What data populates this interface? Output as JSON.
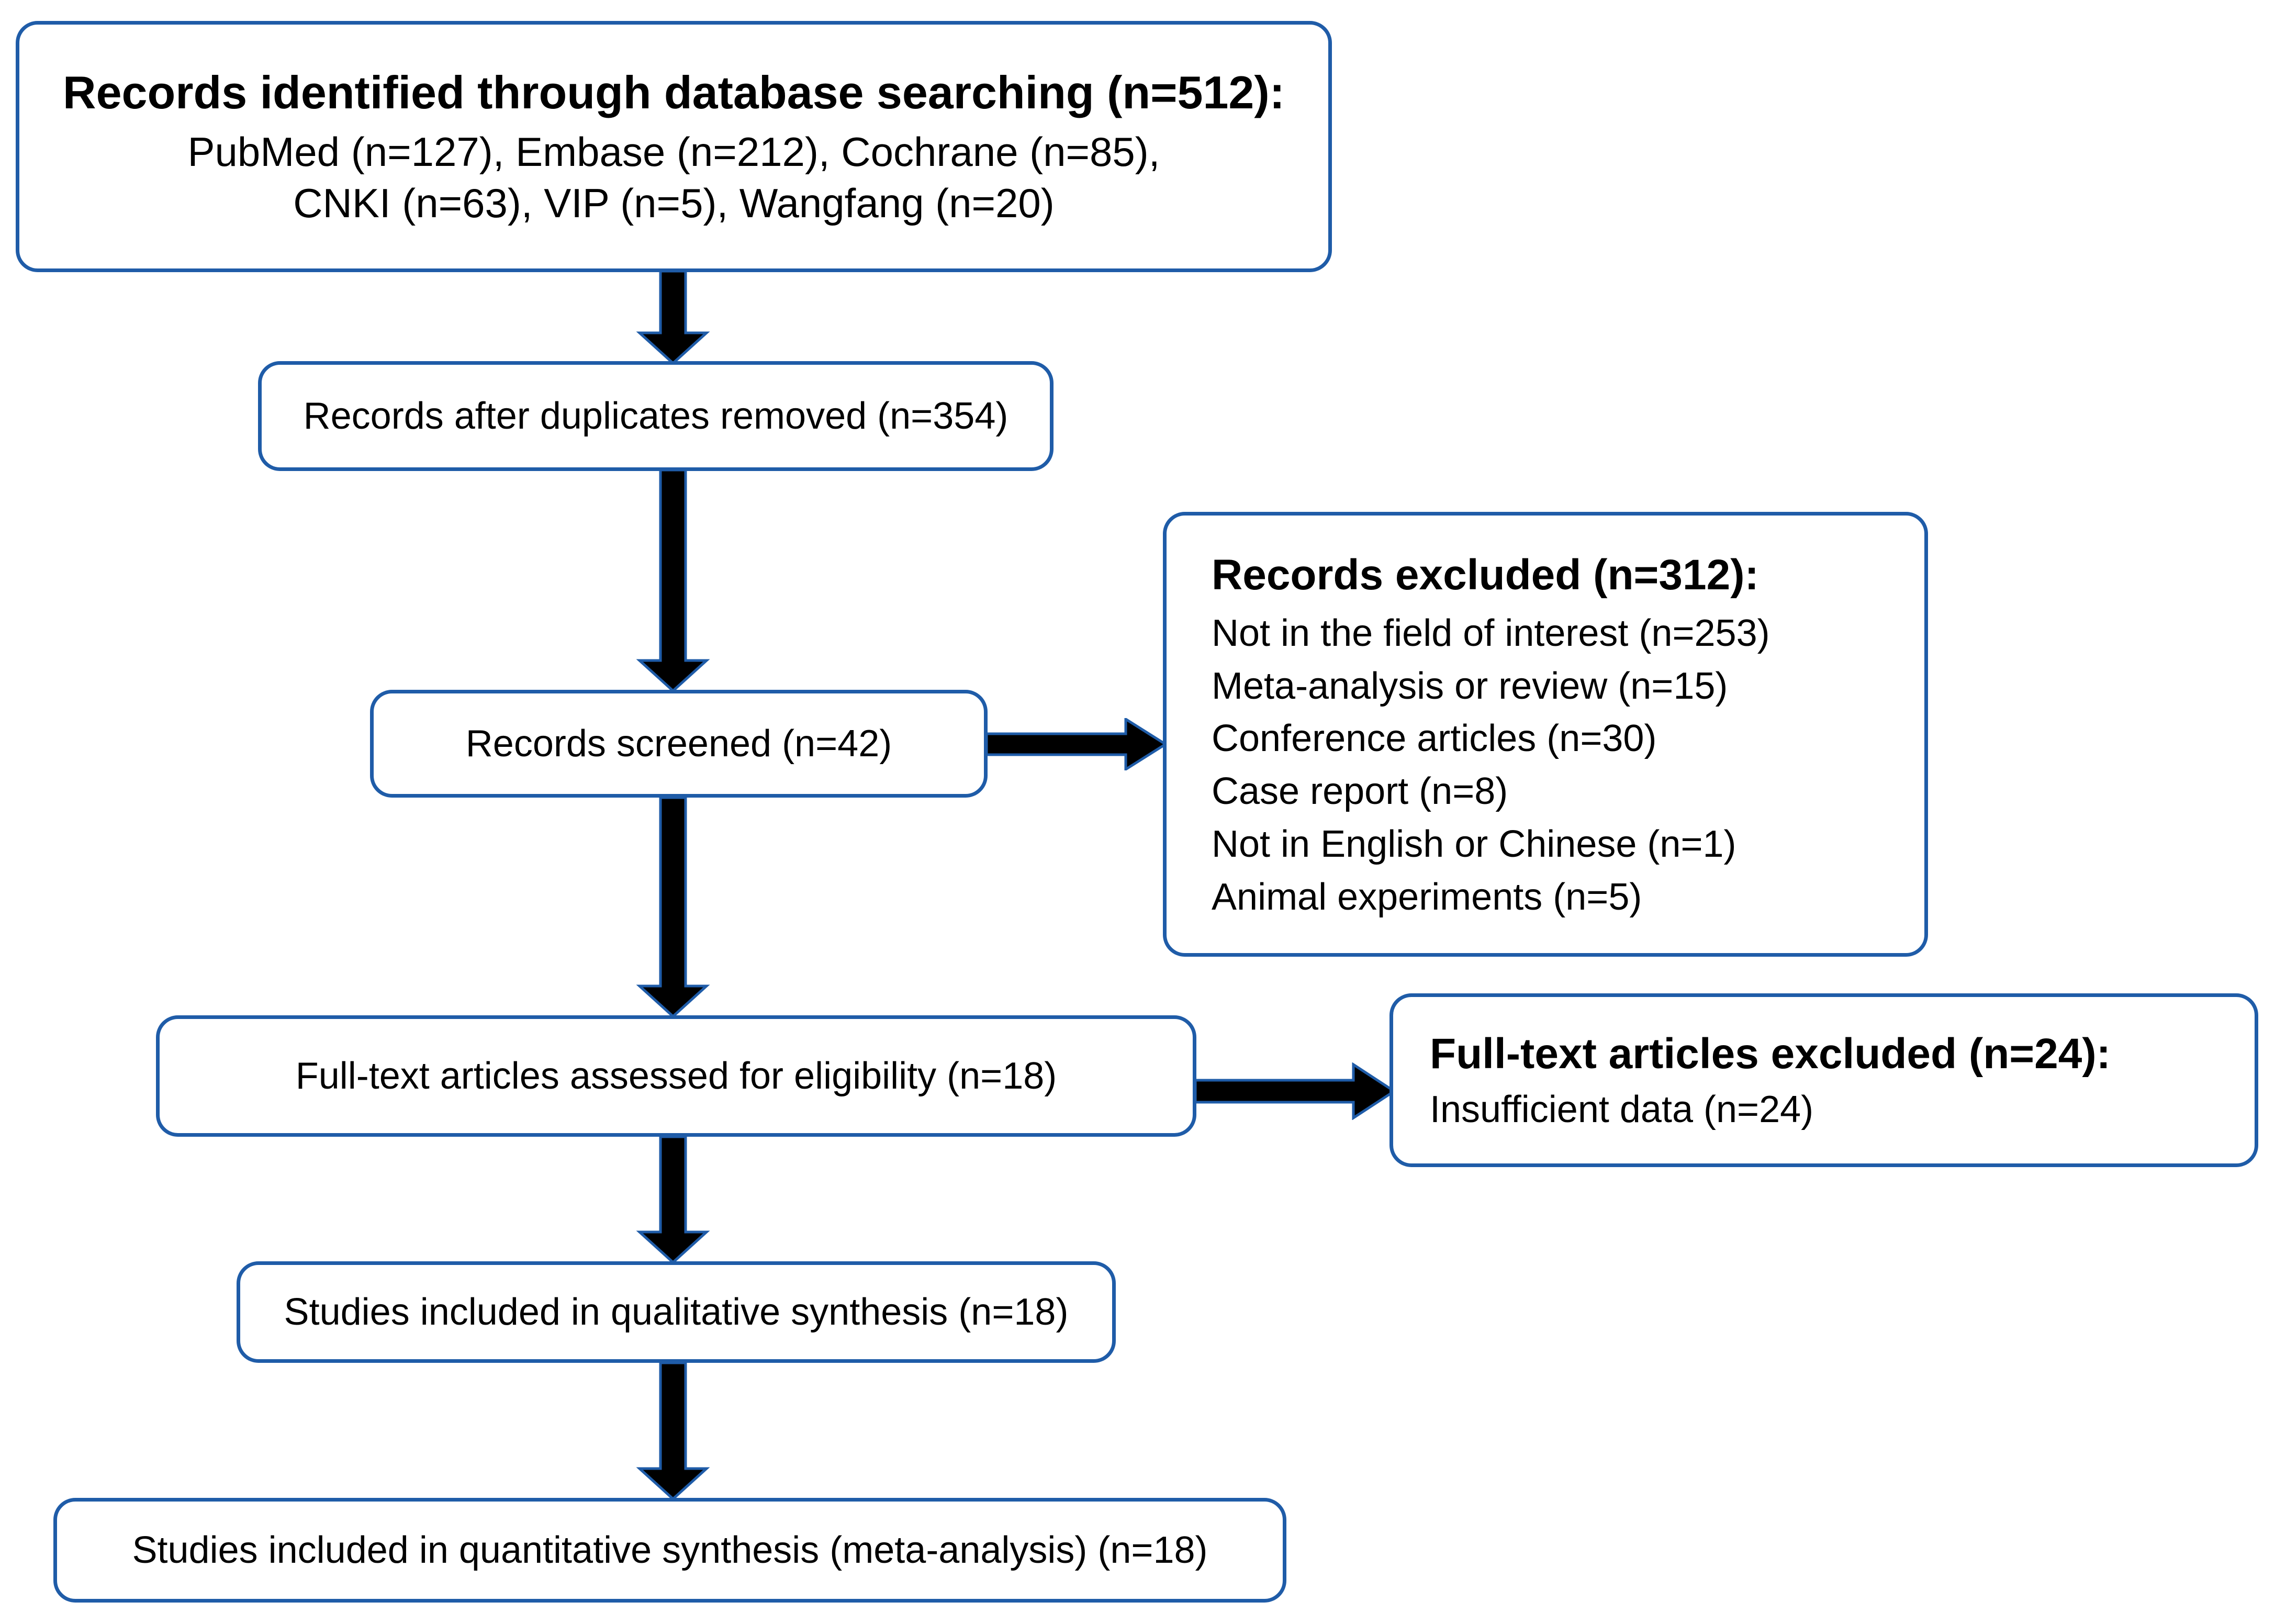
{
  "diagram": {
    "type": "PRISMA flow diagram",
    "accent_border_color": "#1f5ca8",
    "arrow_color": "#000000",
    "background_color": "#ffffff",
    "nodes": {
      "identified": {
        "title": "Records identified through database searching (n=512):",
        "line2": "PubMed (n=127), Embase (n=212), Cochrane (n=85),",
        "line3": "CNKI (n=63), VIP (n=5), Wangfang (n=20)",
        "total": 512,
        "sources": [
          {
            "name": "PubMed",
            "n": 127
          },
          {
            "name": "Embase",
            "n": 212
          },
          {
            "name": "Cochrane",
            "n": 85
          },
          {
            "name": "CNKI",
            "n": 63
          },
          {
            "name": "VIP",
            "n": 5
          },
          {
            "name": "Wangfang",
            "n": 20
          }
        ]
      },
      "duplicates_removed": {
        "label": "Records after duplicates removed (n=354)",
        "n": 354
      },
      "screened": {
        "label": "Records screened (n=42)",
        "n": 42
      },
      "records_excluded": {
        "title": "Records excluded (n=312):",
        "total": 312,
        "reasons": [
          "Not in the field of interest (n=253)",
          "Meta-analysis or review (n=15)",
          "Conference articles (n=30)",
          "Case report (n=8)",
          "Not in English or Chinese (n=1)",
          "Animal experiments (n=5)"
        ]
      },
      "fulltext_assessed": {
        "label": "Full-text articles assessed for eligibility (n=18)",
        "n": 18
      },
      "fulltext_excluded": {
        "title": "Full-text articles excluded (n=24):",
        "reason": "Insufficient data (n=24)",
        "total": 24
      },
      "qualitative": {
        "label": "Studies included in qualitative synthesis (n=18)",
        "n": 18
      },
      "quantitative": {
        "label": "Studies included in quantitative synthesis (meta-analysis) (n=18)",
        "n": 18
      }
    },
    "connectors": [
      {
        "name": "identified-to-duplicates",
        "direction": "down"
      },
      {
        "name": "duplicates-to-screened",
        "direction": "down"
      },
      {
        "name": "screened-to-records-excluded",
        "direction": "right"
      },
      {
        "name": "screened-to-fulltext",
        "direction": "down"
      },
      {
        "name": "fulltext-to-fulltext-excluded",
        "direction": "right"
      },
      {
        "name": "fulltext-to-qualitative",
        "direction": "down"
      },
      {
        "name": "qualitative-to-quantitative",
        "direction": "down"
      }
    ]
  }
}
